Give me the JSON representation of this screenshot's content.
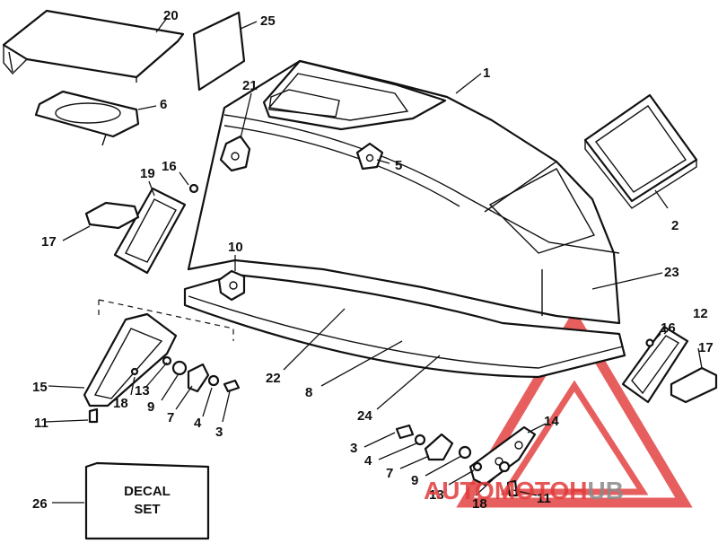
{
  "diagram": {
    "callouts": [
      {
        "id": "c1",
        "text": "1"
      },
      {
        "id": "c2",
        "text": "2"
      },
      {
        "id": "c3a",
        "text": "3"
      },
      {
        "id": "c3b",
        "text": "3"
      },
      {
        "id": "c4a",
        "text": "4"
      },
      {
        "id": "c4b",
        "text": "4"
      },
      {
        "id": "c5",
        "text": "5"
      },
      {
        "id": "c6",
        "text": "6"
      },
      {
        "id": "c7a",
        "text": "7"
      },
      {
        "id": "c7b",
        "text": "7"
      },
      {
        "id": "c8",
        "text": "8"
      },
      {
        "id": "c9a",
        "text": "9"
      },
      {
        "id": "c9b",
        "text": "9"
      },
      {
        "id": "c10",
        "text": "10"
      },
      {
        "id": "c11a",
        "text": "11"
      },
      {
        "id": "c11b",
        "text": "11"
      },
      {
        "id": "c12",
        "text": "12"
      },
      {
        "id": "c13a",
        "text": "13"
      },
      {
        "id": "c13b",
        "text": "13"
      },
      {
        "id": "c14",
        "text": "14"
      },
      {
        "id": "c15",
        "text": "15"
      },
      {
        "id": "c16a",
        "text": "16"
      },
      {
        "id": "c16b",
        "text": "16"
      },
      {
        "id": "c17a",
        "text": "17"
      },
      {
        "id": "c17b",
        "text": "17"
      },
      {
        "id": "c18a",
        "text": "18"
      },
      {
        "id": "c18b",
        "text": "18"
      },
      {
        "id": "c19",
        "text": "19"
      },
      {
        "id": "c20",
        "text": "20"
      },
      {
        "id": "c21",
        "text": "21"
      },
      {
        "id": "c22",
        "text": "22"
      },
      {
        "id": "c23",
        "text": "23"
      },
      {
        "id": "c24",
        "text": "24"
      },
      {
        "id": "c25",
        "text": "25"
      },
      {
        "id": "c26",
        "text": "26"
      }
    ],
    "decal_box": {
      "line1": "DECAL",
      "line2": "SET"
    },
    "watermark": {
      "text": "AUTOMOTOHUB",
      "color_red": "#e23b3b",
      "color_grey": "#8a8a8a"
    }
  }
}
